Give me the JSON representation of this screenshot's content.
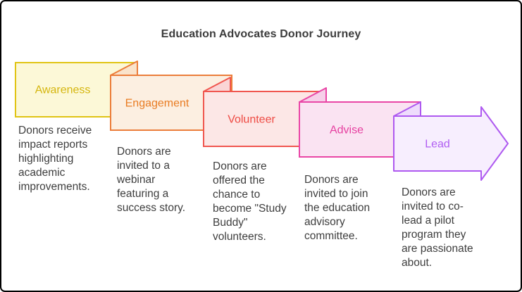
{
  "title": "Education Advocates Donor Journey",
  "title_color": "#3c3c3c",
  "description_color": "#3e3e3e",
  "stages": [
    {
      "label": "Awareness",
      "label_color": "#d5b60e",
      "border": "#e0c414",
      "fill": "#fcf8d7",
      "fold_fill": "#f7efbe",
      "description_lines": [
        "Donors receive",
        "impact reports",
        "highlighting",
        "academic",
        "improvements."
      ]
    },
    {
      "label": "Engagement",
      "label_color": "#e97c22",
      "border": "#eb7d3a",
      "fill": "#fcefe1",
      "fold_fill": "#fae3cb",
      "description_lines": [
        "Donors are",
        "invited to a",
        "webinar",
        "featuring a",
        "success story."
      ]
    },
    {
      "label": "Volunteer",
      "label_color": "#ee4b44",
      "border": "#f0564f",
      "fill": "#fce7e6",
      "fold_fill": "#fad5d5",
      "description_lines": [
        "Donors are",
        "offered the",
        "chance to",
        "become \"Study",
        "Buddy\"",
        "volunteers."
      ]
    },
    {
      "label": "Advise",
      "label_color": "#e63fa0",
      "border": "#e946a6",
      "fill": "#fae3f2",
      "fold_fill": "#f6d0e9",
      "description_lines": [
        "Donors are",
        "invited to join",
        "the education",
        "advisory",
        "committee."
      ]
    },
    {
      "label": "Lead",
      "label_color": "#b05df2",
      "border": "#ae59f0",
      "fill": "#f7eefe",
      "fold_fill": "#eedcfc",
      "description_lines": [
        "Donors are",
        "invited to co-",
        "lead a pilot",
        "program they",
        "are passionate",
        "about."
      ]
    }
  ]
}
